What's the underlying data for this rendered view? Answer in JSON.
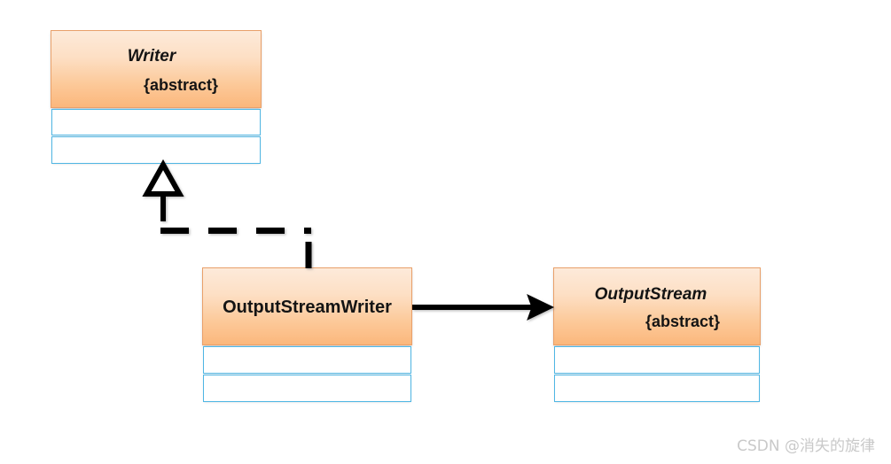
{
  "diagram": {
    "kind": "uml-class-diagram",
    "background_color": "#ffffff",
    "classes": [
      {
        "id": "writer",
        "name": "Writer",
        "stereotype": "{abstract}",
        "is_abstract": true,
        "header_fill_top": "#fdeada",
        "header_fill_bottom": "#fbb77c",
        "header_border_color": "#e9a06a",
        "compartment_border_color": "#4fb6e4",
        "compartments": [
          "",
          ""
        ]
      },
      {
        "id": "outputstreamwriter",
        "name": "OutputStreamWriter",
        "stereotype": "",
        "is_abstract": false,
        "header_fill_top": "#fdeada",
        "header_fill_bottom": "#fbb77c",
        "header_border_color": "#e9a06a",
        "compartment_border_color": "#4fb6e4",
        "compartments": [
          "",
          ""
        ]
      },
      {
        "id": "outputstream",
        "name": "OutputStream",
        "stereotype": "{abstract}",
        "is_abstract": true,
        "header_fill_top": "#fdeada",
        "header_fill_bottom": "#fbb77c",
        "header_border_color": "#e9a06a",
        "compartment_border_color": "#4fb6e4",
        "compartments": [
          "",
          ""
        ]
      }
    ],
    "relationships": [
      {
        "id": "realization-osw-writer",
        "type": "realization",
        "line_style": "dashed",
        "arrowhead": "hollow-triangle",
        "source": "OutputStreamWriter",
        "target": "Writer",
        "color": "#000000"
      },
      {
        "id": "association-osw-outputstream",
        "type": "directed-association",
        "line_style": "solid",
        "arrowhead": "filled-arrow",
        "source": "OutputStreamWriter",
        "target": "OutputStream",
        "color": "#000000"
      }
    ]
  },
  "watermark": {
    "text": "CSDN @消失的旋律",
    "color": "#c9c9c9"
  }
}
